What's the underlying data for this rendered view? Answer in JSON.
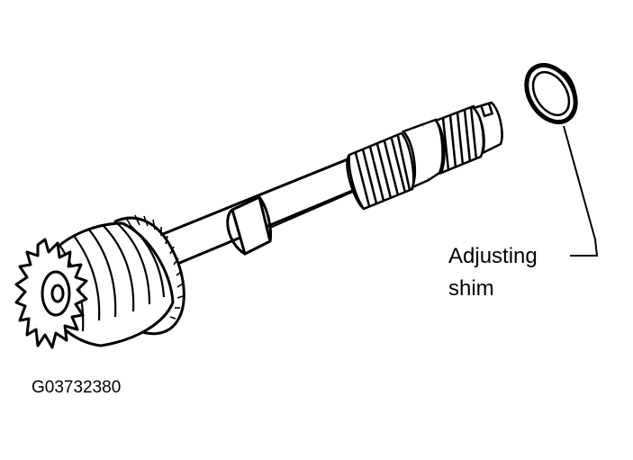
{
  "callout": {
    "line1": "Adjusting",
    "line2": "shim"
  },
  "figure_id": "G03732380",
  "colors": {
    "ink": "#000000",
    "paper": "#ffffff"
  }
}
